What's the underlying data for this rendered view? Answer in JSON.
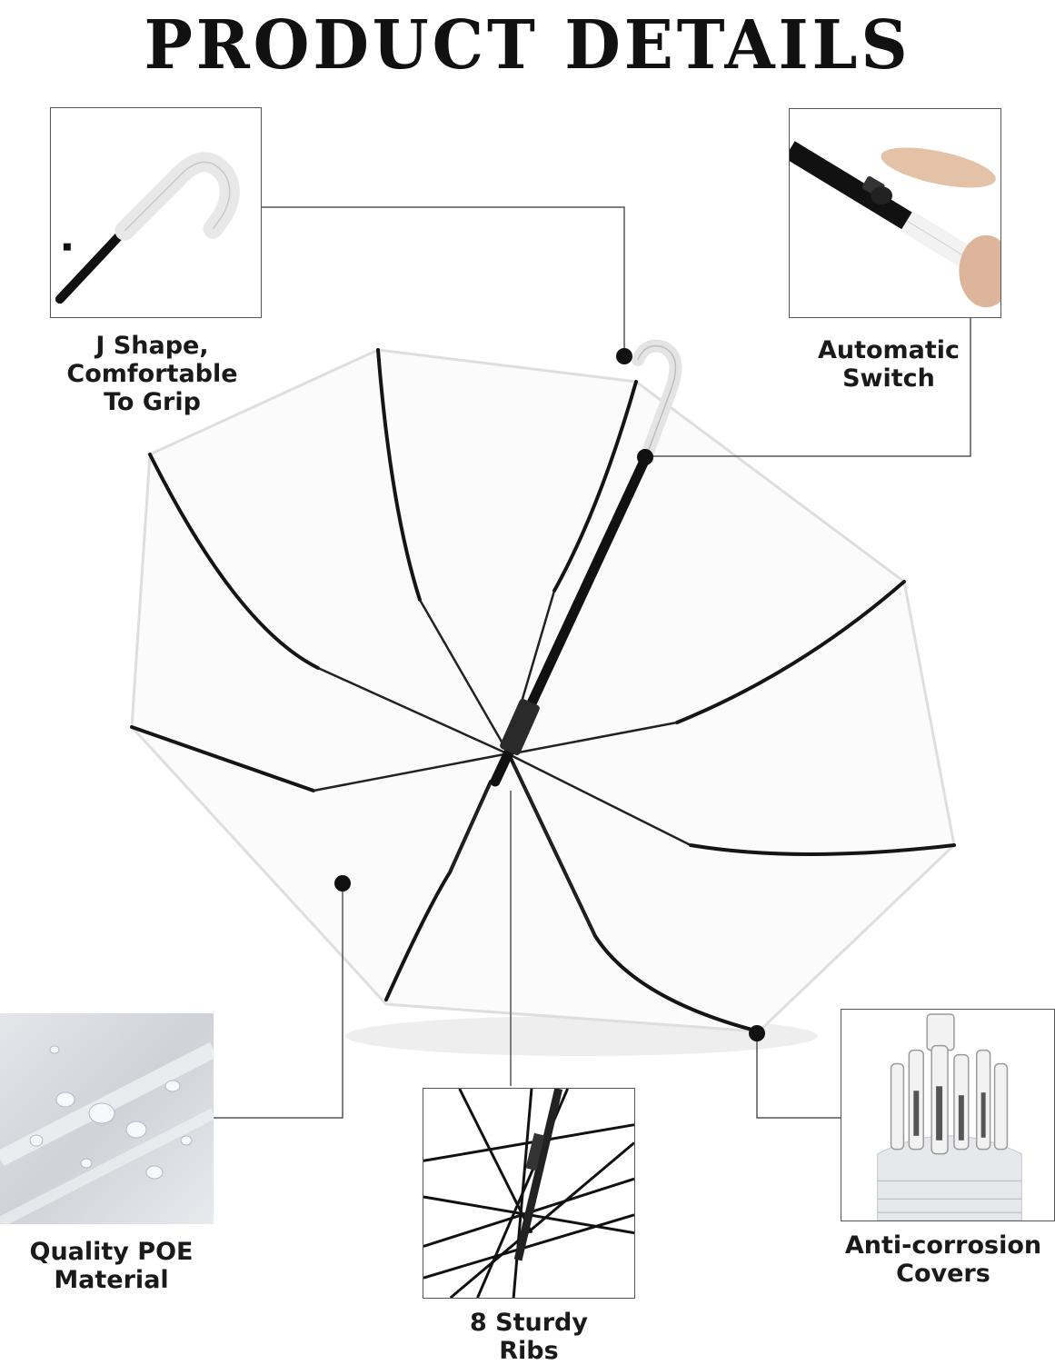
{
  "title": "PRODUCT DETAILS",
  "features": {
    "grip": {
      "lines": [
        "J Shape,",
        "Comfortable",
        "To Grip"
      ]
    },
    "switch": {
      "lines": [
        "Automatic",
        "Switch"
      ]
    },
    "material": {
      "lines": [
        "Quality POE",
        "Material"
      ]
    },
    "ribs": {
      "lines": [
        "8 Sturdy",
        "Ribs"
      ]
    },
    "covers": {
      "lines": [
        "Anti-corrosion",
        "Covers"
      ]
    }
  },
  "colors": {
    "frame": "#111111",
    "canopy_edge": "#dcdcdc",
    "leader": "#555555"
  }
}
